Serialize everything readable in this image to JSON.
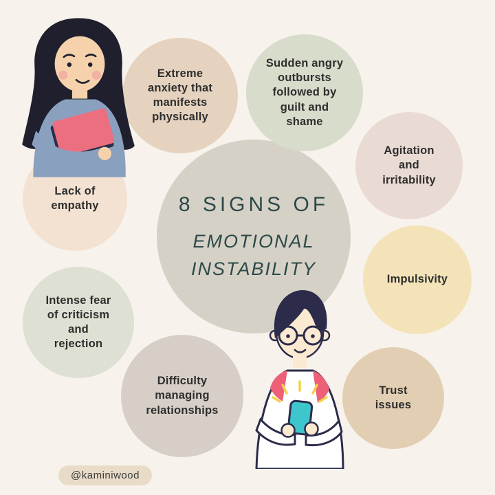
{
  "background_color": "#f7f2ec",
  "title": {
    "line1": "8 SIGNS OF",
    "line2": "EMOTIONAL",
    "line3": "INSTABILITY",
    "text_color": "#2c4a47",
    "circle_color": "#d5d1c7"
  },
  "signs": [
    {
      "name": "extreme-anxiety",
      "text": "Extreme\nanxiety that\nmanifests\nphysically",
      "color": "#e5d3bf"
    },
    {
      "name": "angry-outbursts",
      "text": "Sudden angry\noutbursts\nfollowed by\nguilt and\nshame",
      "color": "#d8dccb"
    },
    {
      "name": "agitation",
      "text": "Agitation\nand\nirritability",
      "color": "#e9dad3"
    },
    {
      "name": "impulsivity",
      "text": "Impulsivity",
      "color": "#f4e3b9"
    },
    {
      "name": "trust-issues",
      "text": "Trust\nissues",
      "color": "#e2ceb2"
    },
    {
      "name": "difficulty-relationships",
      "text": "Difficulty\nmanaging\nrelationships",
      "color": "#d7cfc7"
    },
    {
      "name": "fear-of-criticism",
      "text": "Intense fear\nof criticism\nand\nrejection",
      "color": "#dee0d3"
    },
    {
      "name": "lack-of-empathy",
      "text": "Lack of\nempathy",
      "color": "#f3e2d2"
    }
  ],
  "illustrations": [
    {
      "name": "woman-holding-book"
    },
    {
      "name": "man-looking-at-phone"
    }
  ],
  "credit": "@kaminiwood"
}
